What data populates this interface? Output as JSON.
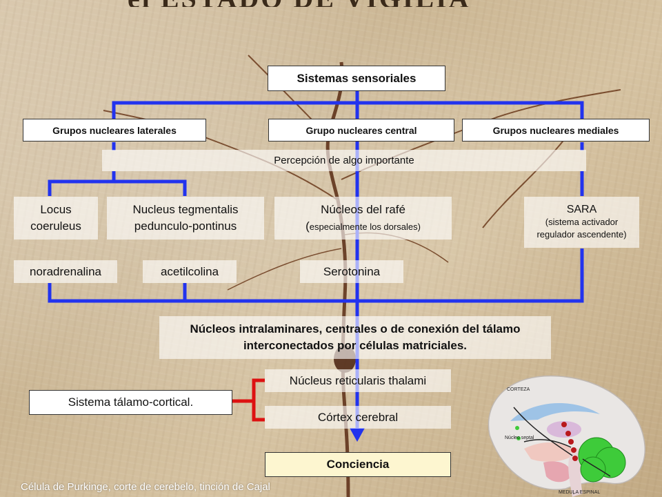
{
  "title_partial": "el ESTADO DE VIGILIA",
  "top_box": "Sistemas sensoriales",
  "groups": {
    "lateral": "Grupos nucleares laterales",
    "central": "Grupo nucleares central",
    "medial": "Grupos nucleares mediales"
  },
  "perception": "Percepción de algo importante",
  "nuclei": {
    "locus": "Locus coeruleus",
    "tegmental": "Nucleus tegmentalis pedunculo-pontinus",
    "rafe_main": "Núcleos del rafé",
    "rafe_paren_open": "(",
    "rafe_sub": "especialmente los dorsales)",
    "sara_main": "SARA",
    "sara_sub": "(sistema activador regulador ascendente)"
  },
  "transmitters": {
    "noradrenalina": "noradrenalina",
    "acetilcolina": "acetilcolina",
    "serotonina": "Serotonina"
  },
  "intralaminar": "Núcleos intralaminares, centrales o de conexión del tálamo interconectados por células matriciales.",
  "thalamocortical": "Sistema tálamo-cortical.",
  "reticularis": "Núcleus reticularis thalami",
  "cortex": "Córtex cerebral",
  "conciencia": "Conciencia",
  "caption": "Célula de Purkinge, corte de cerebelo, tinción de Cajal",
  "brain_labels": {
    "cortex": "CORTEZA",
    "nucleo_septal": "Núcleo septal",
    "medula": "MEDULA ESPINAL"
  },
  "colors": {
    "blue_line": "#2233ee",
    "red_line": "#dd1111",
    "cream_box": "#fdf6d0"
  }
}
